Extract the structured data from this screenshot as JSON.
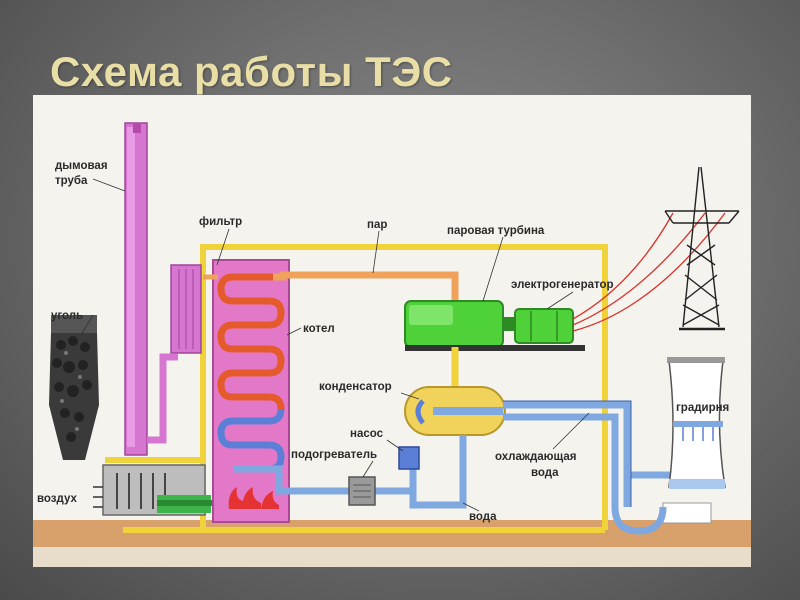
{
  "title": "Схема работы ТЭС",
  "labels": {
    "chimney_line1": "дымовая",
    "chimney_line2": "труба",
    "coal": "уголь",
    "air": "воздух",
    "filter": "фильтр",
    "steam": "пар",
    "turbine": "паровая турбина",
    "generator": "электрогенератор",
    "boiler": "котел",
    "condenser": "конденсатор",
    "pump": "насос",
    "heater": "подогреватель",
    "cooling_line1": "охлаждающая",
    "cooling_line2": "вода",
    "water": "вода",
    "cooling_tower": "градирня"
  },
  "colors": {
    "frame": "#f0d23a",
    "chimney": "#d776d0",
    "boiler": "#e478c8",
    "steam_pipe": "#f0a25a",
    "water_pipe": "#7fa8e0",
    "machine": "#4fd13a",
    "condenser": "#f1d25a",
    "ground": "#d8a06a"
  }
}
